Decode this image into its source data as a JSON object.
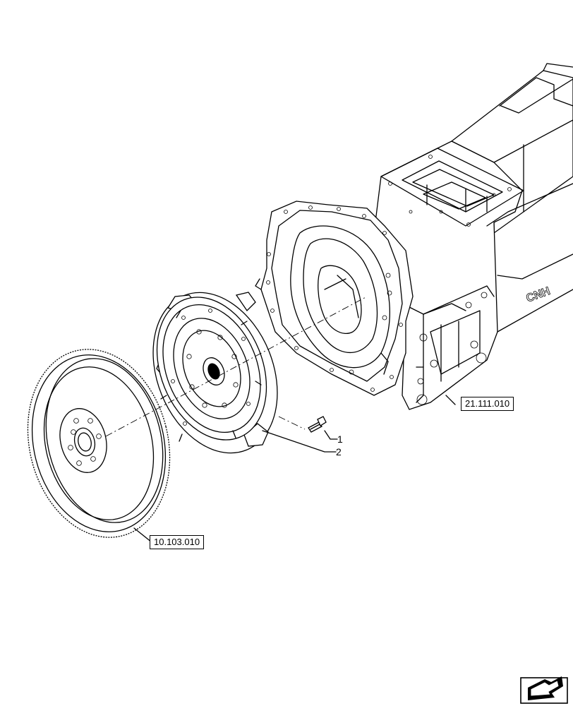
{
  "references": {
    "transmission_housing": "21.111.010",
    "flywheel": "10.103.010"
  },
  "callouts": {
    "bolt": "1",
    "clutch_assembly": "2"
  },
  "housing_marking": "CNH",
  "nav_icon": "next-page-arrow-icon",
  "colors": {
    "line": "#000000",
    "background": "#ffffff"
  }
}
